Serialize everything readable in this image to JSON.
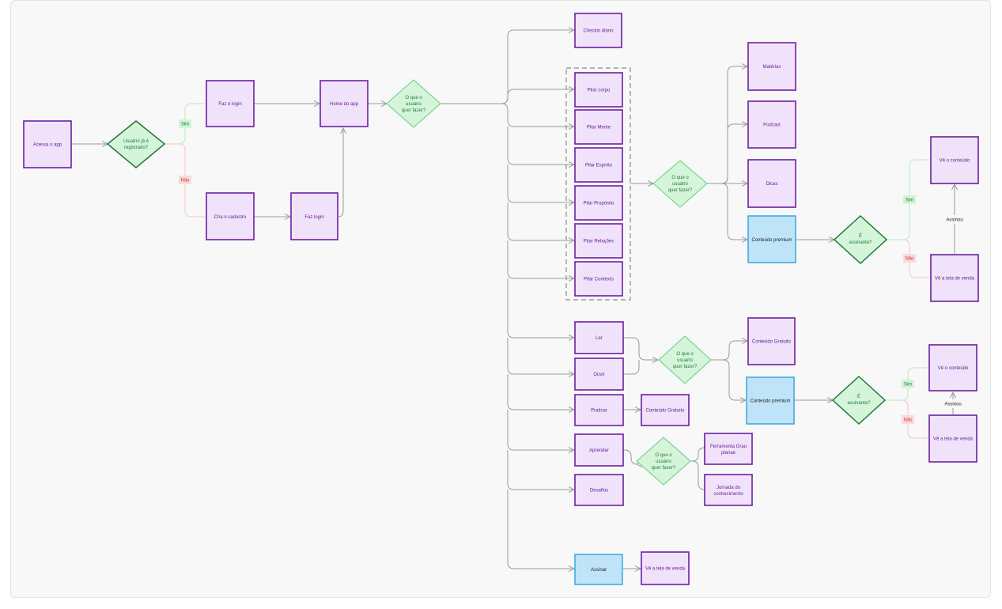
{
  "nodes": {
    "acessa_app": "Acessa o app",
    "usuario_registrado": [
      "Usuário já é",
      "registrado?"
    ],
    "faz_o_login": "Faz o login",
    "cria_cadastro": "Cria o cadastro",
    "faz_login": "Faz login",
    "home_app": "Home do app",
    "o_que_fazer_main": [
      "O que o",
      "usuário",
      "quer fazer?"
    ],
    "checkin": "Checkin diário",
    "pilar_corpo": "Pilar corpo",
    "pilar_mente": "Pilar Mente",
    "pilar_espirito": "Pilar Espírito",
    "pilar_proposito": "Pilar Propósito",
    "pilar_relacoes": "Pilar Relações",
    "pilar_contexto": "Pilar Contexto",
    "o_que_fazer_pilar": [
      "O que o",
      "usuário",
      "quer fazer?"
    ],
    "materias": "Matérias",
    "podcast": "Podcast",
    "dicas": "Dicas",
    "conteudo_premium_1": "Conteúdo premium",
    "assinante_1": [
      "É",
      "assinante?"
    ],
    "ve_conteudo_1": "Vê o conteúdo",
    "ve_tela_venda_1": "Vê a tela de venda",
    "ler": "Ler",
    "ouvir": "Ouvir",
    "o_que_fazer_ler": [
      "O que o",
      "usuário",
      "quer fazer?"
    ],
    "conteudo_gratuito_1": "Conteúdo Gratuito",
    "conteudo_premium_2": "Conteúdo premium",
    "assinante_2": [
      "É",
      "assinante?"
    ],
    "ve_conteudo_2": "Vê o conteúdo",
    "ve_tela_venda_2": "Vê a tela de venda",
    "praticar": "Praticar",
    "conteudo_gratuito_2": "Conteúdo Gratuito",
    "aprender": "Aprender",
    "o_que_fazer_aprender": [
      "O que o",
      "usuário",
      "quer fazer?"
    ],
    "ferramenta": [
      "Ferramenta Grau",
      "planae"
    ],
    "jornada": [
      "Jornada do",
      "conhecimento"
    ],
    "desafios": "Desafios",
    "assinar": "Assinar",
    "ve_tela_venda_3": "Vê a tela de venda"
  },
  "labels": {
    "sim": "Sim",
    "nao": "Não",
    "assinou": "Assinou"
  },
  "colors": {
    "purple_fill": "#f1e2fc",
    "purple_stroke": "#6b1fa2",
    "blue_fill": "#bfe3f8",
    "blue_stroke": "#2aa4dc",
    "green_fill": "#d5f5db",
    "green_stroke": "#1f7a34"
  }
}
